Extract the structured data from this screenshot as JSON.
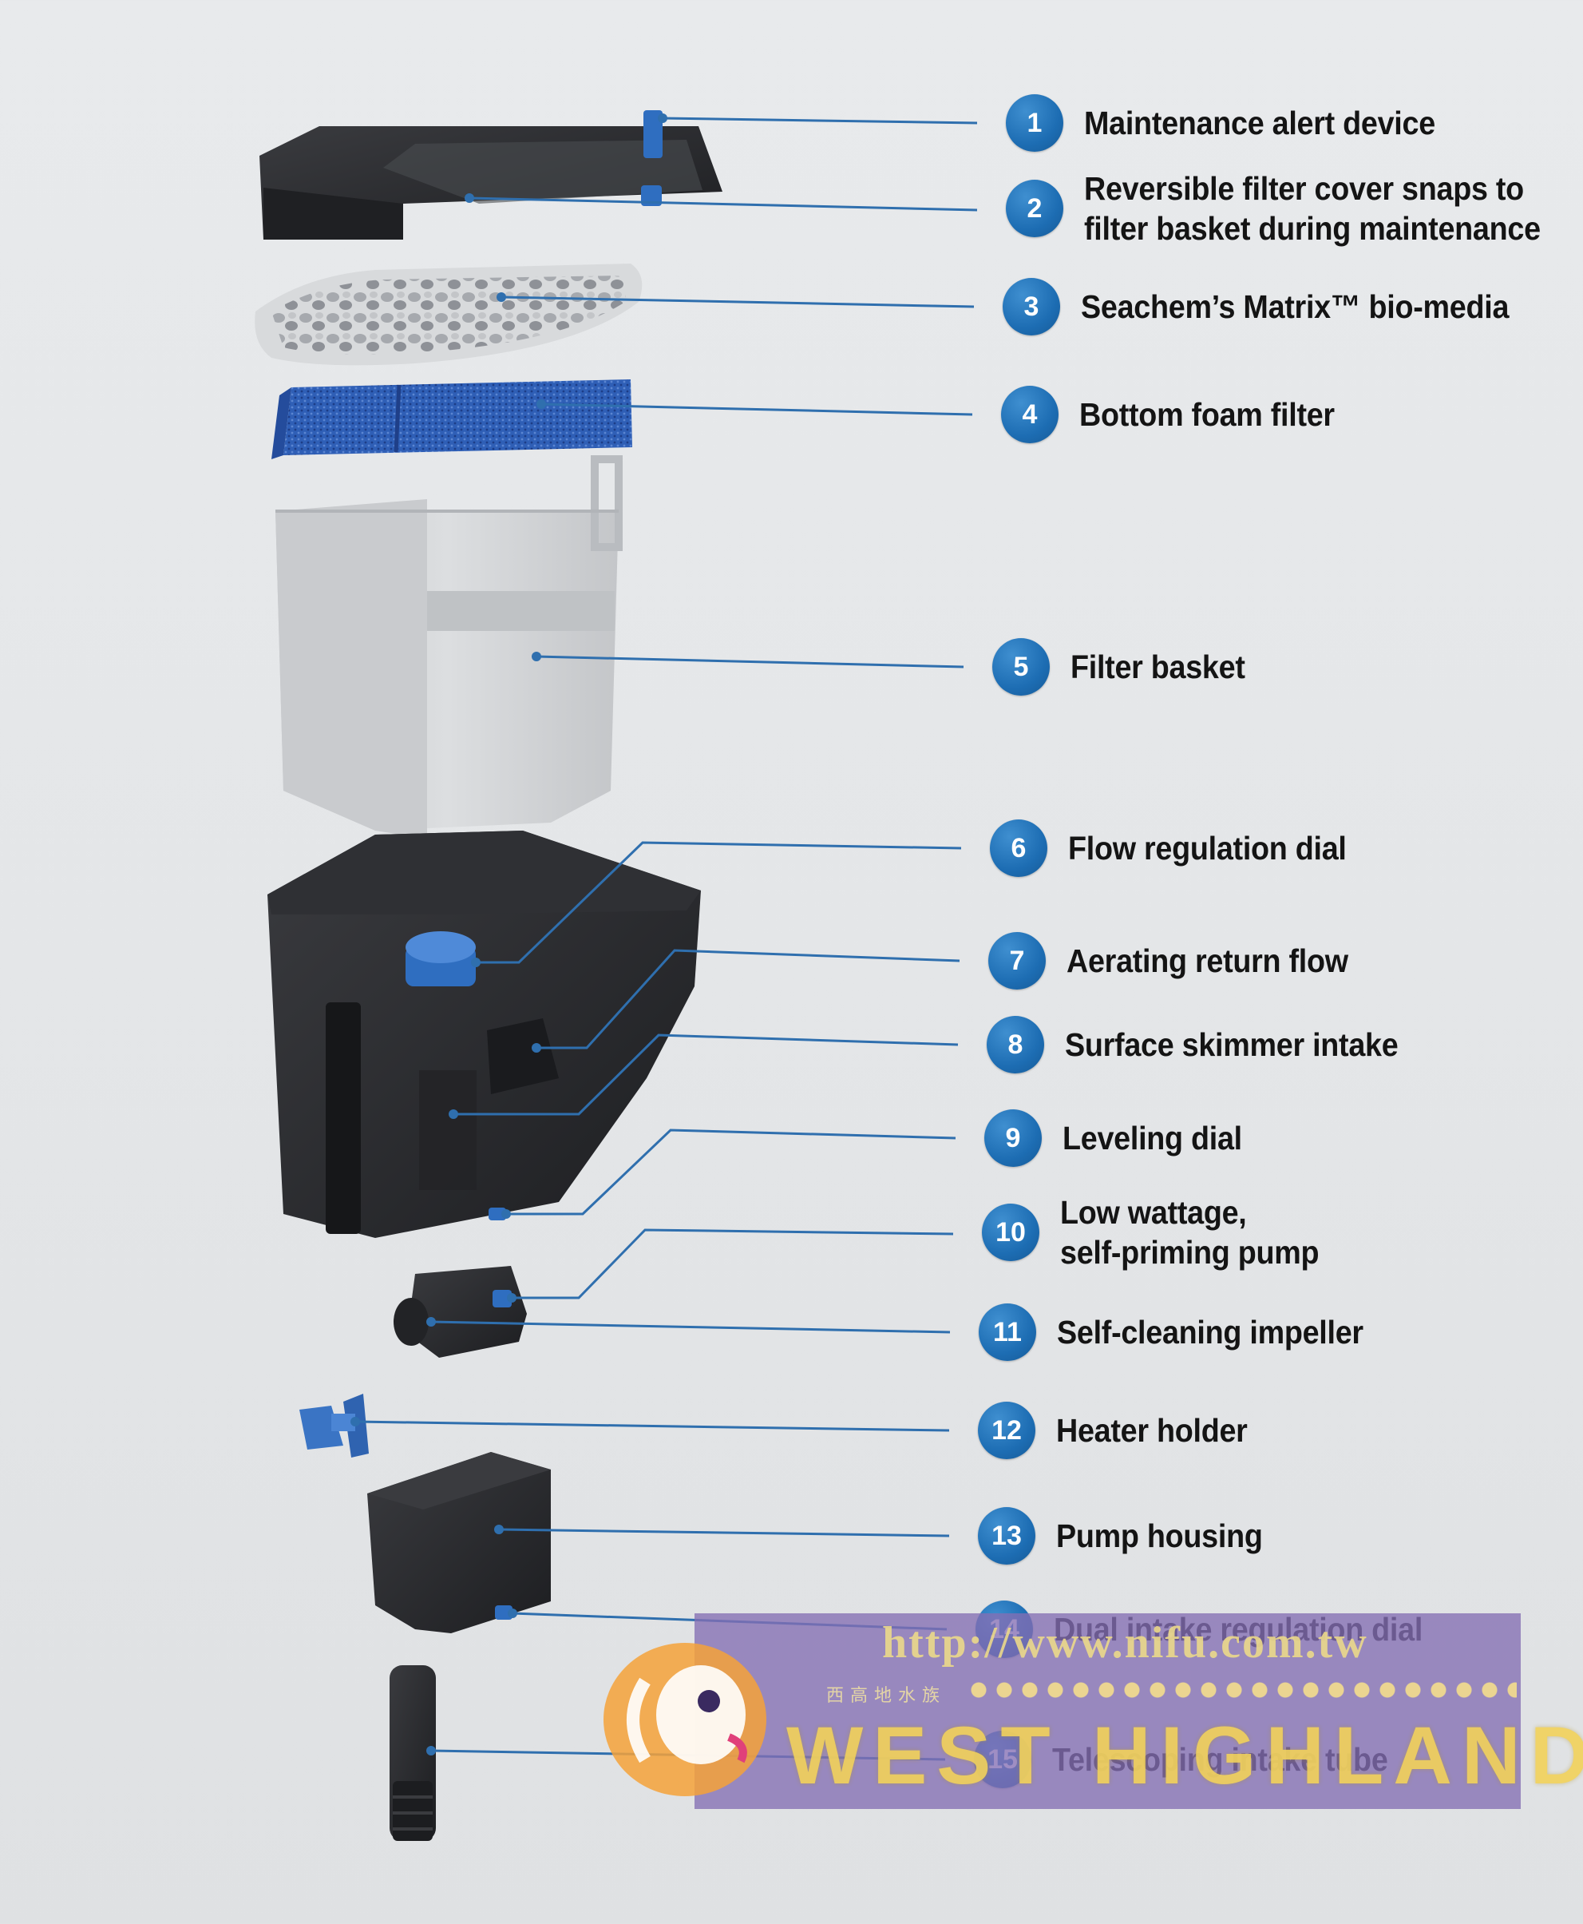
{
  "callouts": [
    {
      "number": "1",
      "lines": [
        "Maintenance alert device"
      ]
    },
    {
      "number": "2",
      "lines": [
        "Reversible filter cover snaps to",
        "filter basket during maintenance"
      ]
    },
    {
      "number": "3",
      "lines": [
        "Seachem’s Matrix™ bio-media"
      ]
    },
    {
      "number": "4",
      "lines": [
        "Bottom foam filter"
      ]
    },
    {
      "number": "5",
      "lines": [
        "Filter basket"
      ]
    },
    {
      "number": "6",
      "lines": [
        "Flow regulation dial"
      ]
    },
    {
      "number": "7",
      "lines": [
        "Aerating return flow"
      ]
    },
    {
      "number": "8",
      "lines": [
        "Surface skimmer intake"
      ]
    },
    {
      "number": "9",
      "lines": [
        "Leveling dial"
      ]
    },
    {
      "number": "10",
      "lines": [
        "Low wattage,",
        "self-priming pump"
      ]
    },
    {
      "number": "11",
      "lines": [
        "Self-cleaning impeller"
      ]
    },
    {
      "number": "12",
      "lines": [
        "Heater holder"
      ]
    },
    {
      "number": "13",
      "lines": [
        "Pump housing"
      ]
    },
    {
      "number": "14",
      "lines": [
        "Dual intake regulation dial"
      ]
    },
    {
      "number": "15",
      "lines": [
        "Telescoping intake tube"
      ]
    }
  ],
  "watermark": {
    "url": "http://www.nifu.com.tw",
    "chinese": "西高地水族",
    "brand": "WEST HIGHLAND"
  },
  "colors": {
    "badge": "#1d6db3",
    "leader_line": "#2f6fae",
    "accent_blue": "#2f6ec0",
    "part_dark": "#2a2b2e",
    "basket": "#cfd1d3",
    "watermark_bg": "#846eb4",
    "watermark_text": "#f2d25a"
  }
}
